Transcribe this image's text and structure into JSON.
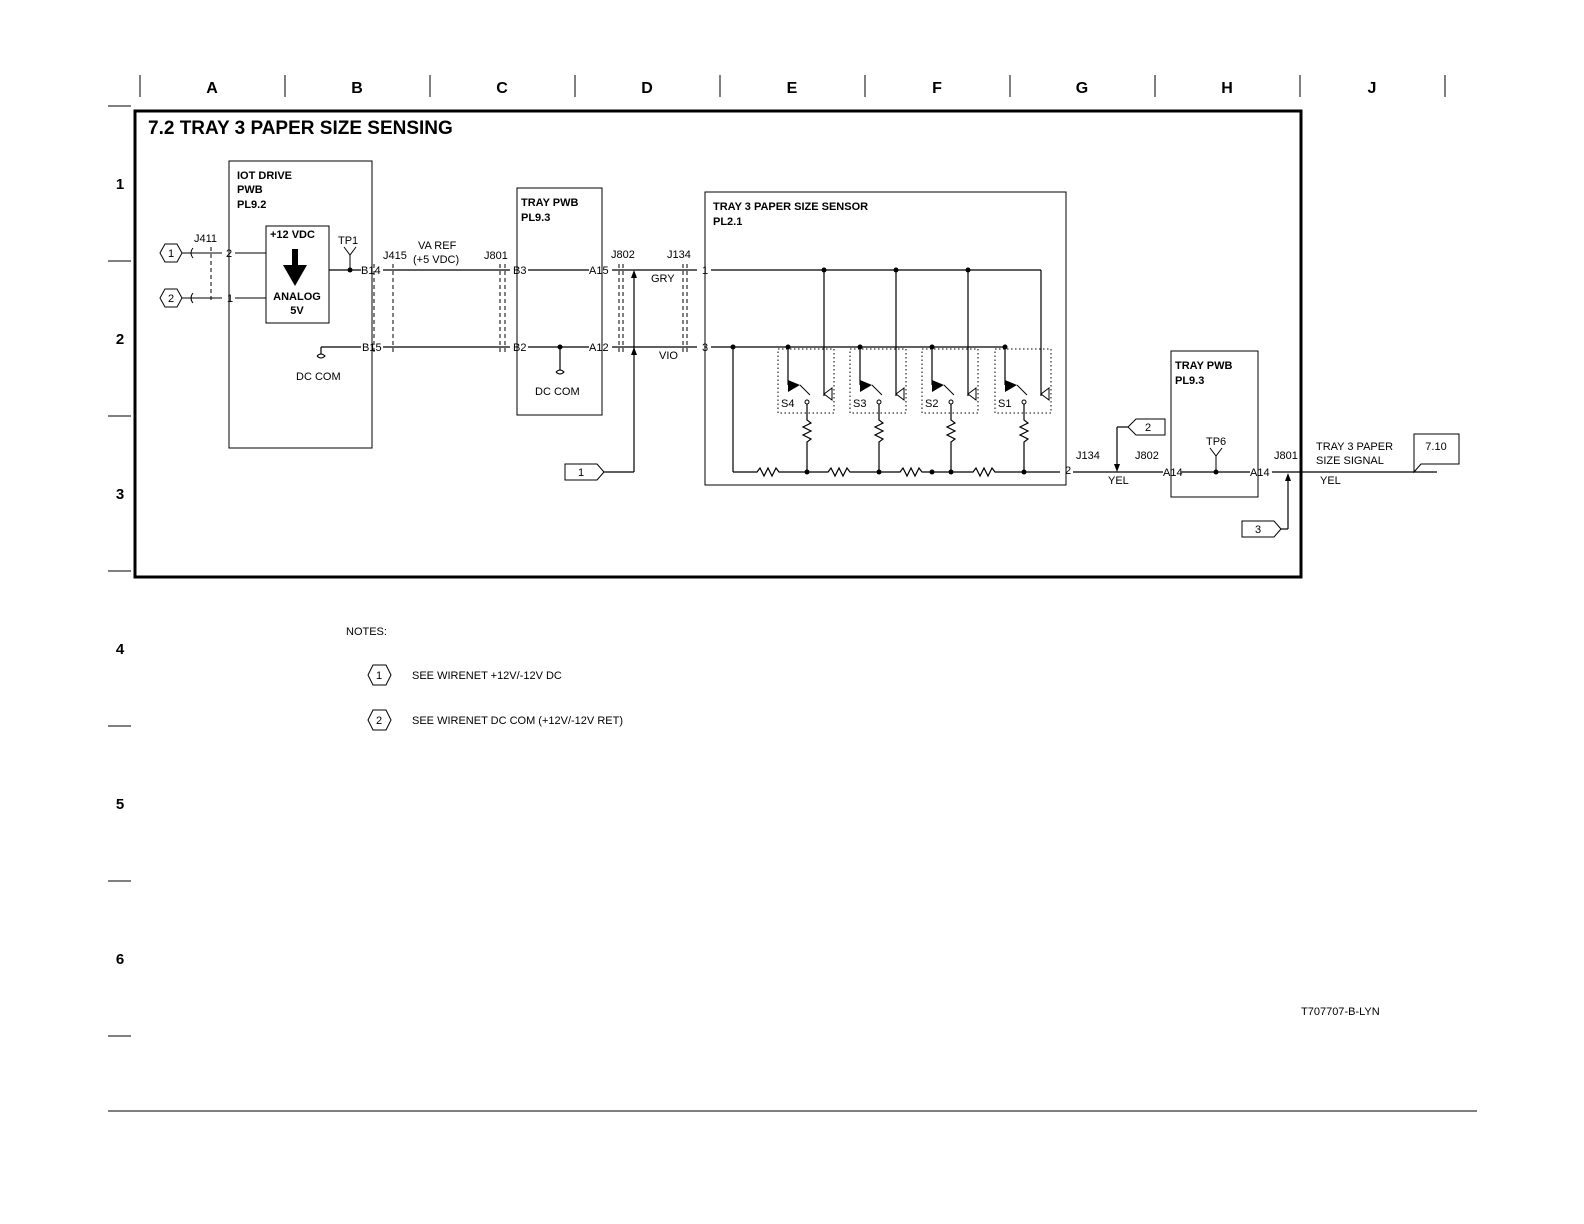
{
  "grid": {
    "columns": [
      "A",
      "B",
      "C",
      "D",
      "E",
      "F",
      "G",
      "H",
      "J"
    ],
    "rows": [
      "1",
      "2",
      "3",
      "4",
      "5",
      "6"
    ]
  },
  "title": "7.2 TRAY 3 PAPER SIZE SENSING",
  "iot_drive": {
    "line1": "IOT DRIVE",
    "line2": "PWB",
    "line3": "PL9.2"
  },
  "regulator": {
    "top": "+12 VDC",
    "bottom1": "ANALOG",
    "bottom2": "5V"
  },
  "tray_pwb_1": {
    "line1": "TRAY PWB",
    "line2": "PL9.3"
  },
  "sensor": {
    "line1": "TRAY 3 PAPER SIZE SENSOR",
    "line2": "PL2.1"
  },
  "tray_pwb_2": {
    "line1": "TRAY PWB",
    "line2": "PL9.3"
  },
  "connectors": {
    "j411": "J411",
    "j415": "J415",
    "j801a": "J801",
    "j802a": "J802",
    "j134a": "J134",
    "j134b": "J134",
    "j802b": "J802",
    "j801b": "J801"
  },
  "pins": {
    "j411_2": "2",
    "j411_1": "1",
    "b14": "B14",
    "b15": "B15",
    "b3": "B3",
    "b2": "B2",
    "a15": "A15",
    "a12": "A12",
    "s_1": "1",
    "s_3": "3",
    "s_2": "2",
    "a14a": "A14",
    "a14b": "A14"
  },
  "testpoints": {
    "tp1": "TP1",
    "tp6": "TP6"
  },
  "signals": {
    "va_ref1": "VA REF",
    "va_ref2": "(+5 VDC)",
    "gry": "GRY",
    "vio": "VIO",
    "yel1": "YEL",
    "yel2": "YEL",
    "out1": "TRAY 3 PAPER",
    "out2": "SIZE SIGNAL"
  },
  "grounds": {
    "g1": "DC COM",
    "g2": "DC COM"
  },
  "switches": [
    "S4",
    "S3",
    "S2",
    "S1"
  ],
  "flags": {
    "f1": "1",
    "f2": "2",
    "f3": "3",
    "ref": "7.10"
  },
  "hex_markers": {
    "h1": "1",
    "h2": "2"
  },
  "notes": {
    "heading": "NOTES:",
    "n1_marker": "1",
    "n1": "SEE WIRENET +12V/-12V DC",
    "n2_marker": "2",
    "n2": "SEE WIRENET DC COM (+12V/-12V RET)"
  },
  "drawing_id": "T707707-B-LYN"
}
